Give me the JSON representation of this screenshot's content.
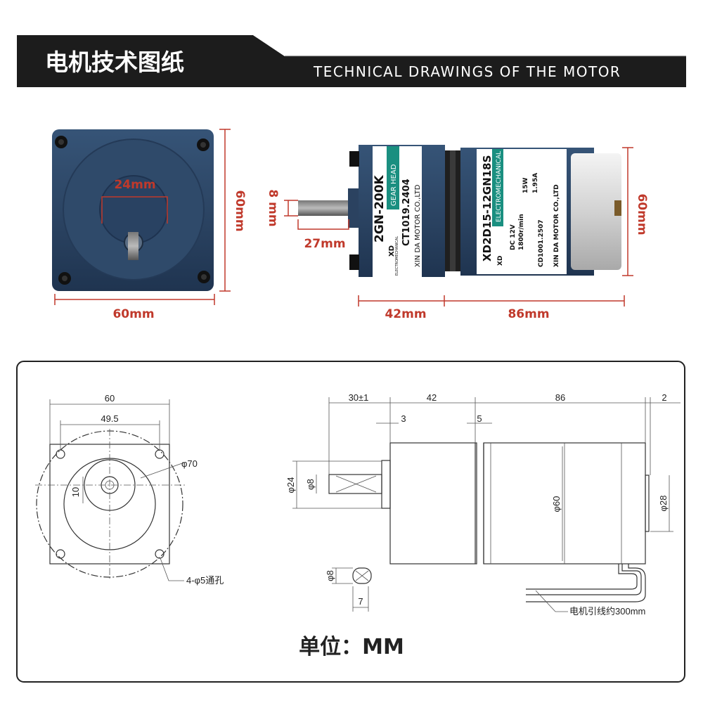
{
  "header": {
    "title_cn": "电机技术图纸",
    "title_en": "TECHNICAL DRAWINGS OF THE MOTOR"
  },
  "photo_dims": {
    "front_hub": "24mm",
    "front_height": "60mm",
    "front_width": "60mm",
    "shaft_dia": "8 mm",
    "shaft_len": "27mm",
    "gearbox_len": "42mm",
    "motor_len": "86mm",
    "motor_height": "60mm"
  },
  "gear_label": {
    "model": "2GN-200K",
    "tag": "GEAR HEAD",
    "brand": "XD",
    "brand_sub": "ELECTROMECHANICAL",
    "code": "CT1019.2404",
    "company": "XIN DA MOTOR CO.,LTD"
  },
  "motor_label": {
    "model": "XD2D15-12GN18S",
    "tag": "ELECTROMECHANICAL",
    "brand": "XD",
    "voltage": "DC 12V",
    "power": "15W",
    "speed": "1800r/min",
    "current": "1.95A",
    "code": "CD1001.2507",
    "company": "XIN DA MOTOR CO.,LTD"
  },
  "drawing": {
    "front_width": "60",
    "bolt_spacing": "49.5",
    "circle_dia": "φ70",
    "hub_dim": "10",
    "holes_note": "4-φ5通孔",
    "shaft_len": "30±1",
    "gear_len": "42",
    "motor_len": "86",
    "end_len": "2",
    "flange_3": "3",
    "flange_5": "5",
    "dia_24": "φ24",
    "dia_8": "φ8",
    "dia_60": "φ60",
    "dia_28": "φ28",
    "dia_8b": "φ8",
    "key_7": "7",
    "lead_note": "电机引线约300mm"
  },
  "unit_note": "单位：MM",
  "colors": {
    "header_dark": "#1c1c1c",
    "motor_blue": "#2c4564",
    "label_teal": "#1a8f80",
    "dimension_red": "#c0392b"
  }
}
